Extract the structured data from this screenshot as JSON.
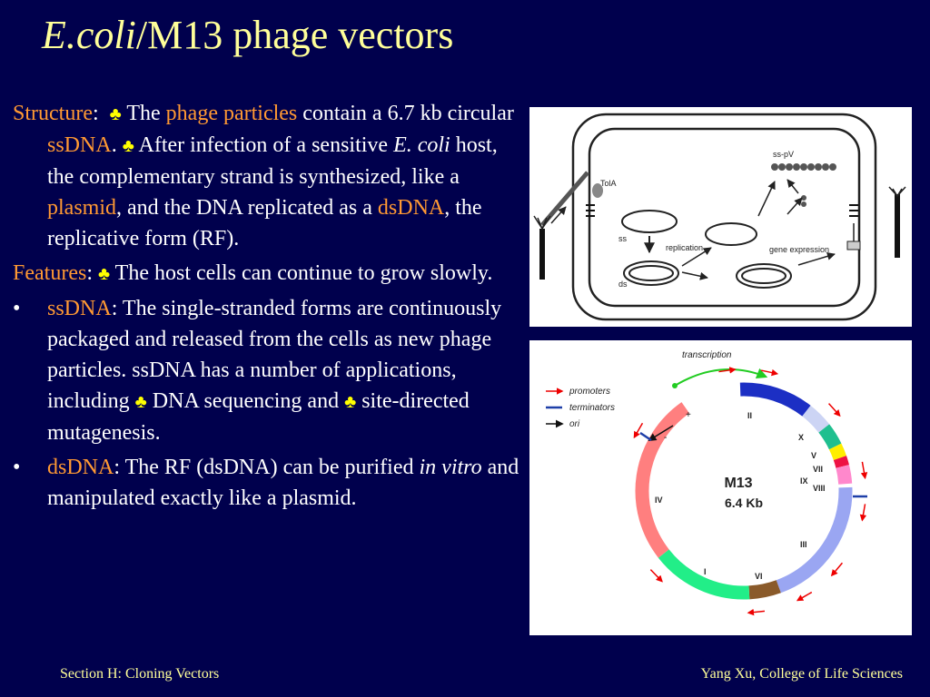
{
  "title": {
    "italic": "E.coli",
    "rest": "/M13 phage vectors"
  },
  "sections": {
    "structure": {
      "label": "Structure",
      "t1": " The ",
      "h1": "phage particles",
      "t2": " contain a 6.7 kb circular ",
      "h2": "ssDNA",
      "t3": ". ",
      "t4": " After infection of a sensitive ",
      "i1": "E. coli",
      "t5": " host, the complementary strand is synthesized, like a ",
      "h3": "plasmid",
      "t6": ", and the DNA replicated as a ",
      "h4": "dsDNA",
      "t7": ", the replicative form (RF)."
    },
    "features": {
      "label": "Features",
      "t1": " The host cells can continue to grow slowly."
    },
    "ssdna": {
      "bullet": "•",
      "label": "ssDNA",
      "t1": ": The single-stranded forms are continuously packaged and released from the cells as new phage particles. ssDNA has a number of applications, including ",
      "t2": " DNA sequencing and ",
      "t3": " site-directed mutagenesis."
    },
    "dsdna": {
      "bullet": "•",
      "label": "dsDNA",
      "t1": ": The RF (dsDNA) can be purified ",
      "i1": "in vitro",
      "t2": " and manipulated exactly like a plasmid."
    }
  },
  "club_glyph": "♣",
  "figure_infection": {
    "labels": {
      "tola": "TolA",
      "sspv": "ss-pV",
      "ss": "ss",
      "ds": "ds",
      "replication": "replication",
      "gene_expression": "gene expression"
    }
  },
  "figure_genome": {
    "center_title": "M13",
    "center_size": "6.4 Kb",
    "transcription": "transcription",
    "legend": {
      "promoters": "promoters",
      "terminators": "terminators",
      "ori": "ori"
    },
    "plus": "+",
    "minus": "-",
    "genes": {
      "II": "II",
      "X": "X",
      "V": "V",
      "VII": "VII",
      "IX": "IX",
      "VIII": "VIII",
      "III": "III",
      "VI": "VI",
      "I": "I",
      "IV": "IV"
    }
  },
  "footer": {
    "left": "Section H: Cloning Vectors",
    "right": "Yang Xu, College of Life Sciences"
  },
  "colors": {
    "background": "#00004d",
    "title": "#ffff99",
    "highlight": "#ff9933",
    "club": "#ffff00"
  }
}
